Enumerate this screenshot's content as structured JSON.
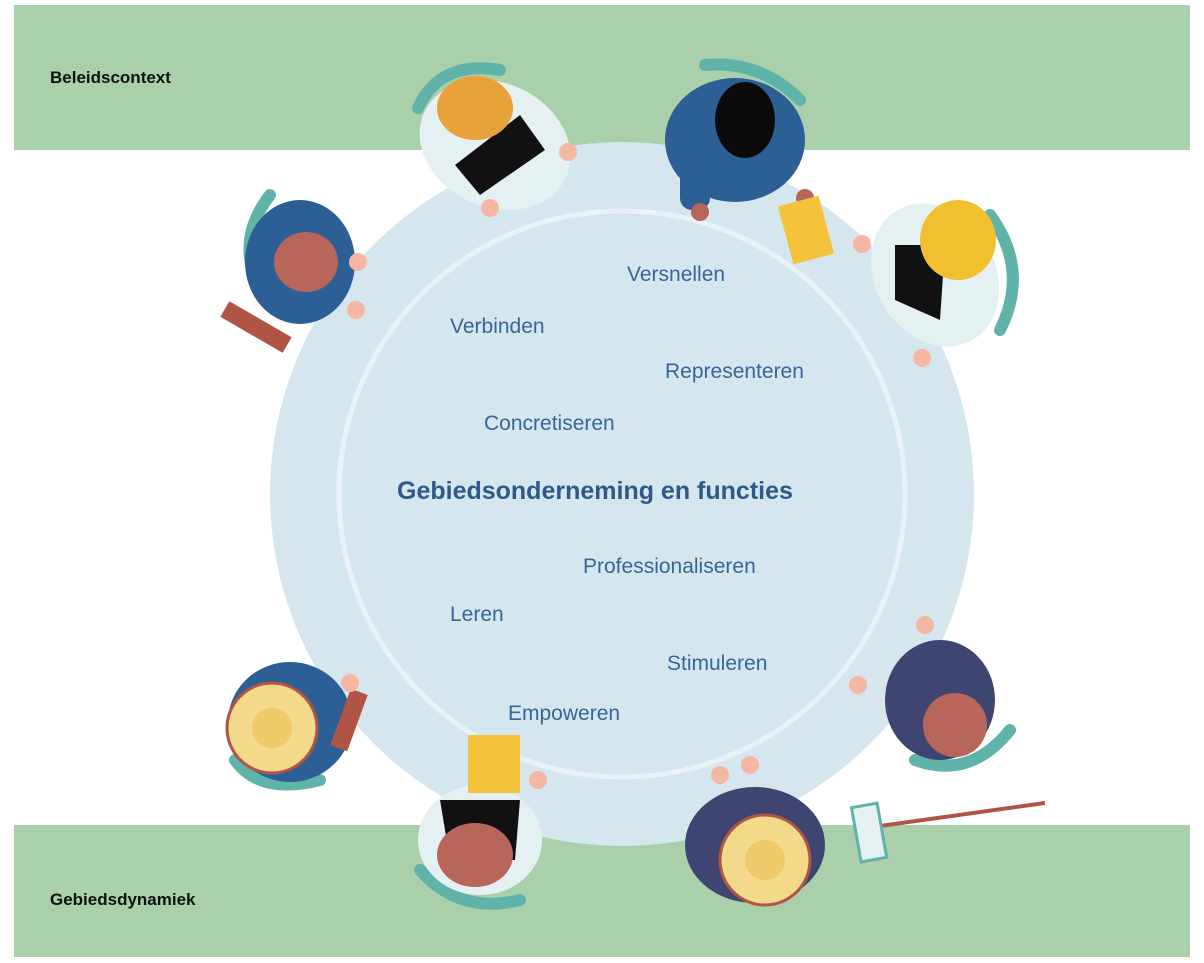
{
  "bands": {
    "top_label": "Beleidscontext",
    "bottom_label": "Gebiedsdynamiek"
  },
  "table": {
    "center_title": "Gebiedsonderneming en functies",
    "words": [
      "Versnellen",
      "Verbinden",
      "Representeren",
      "Concretiseren",
      "Professionaliseren",
      "Leren",
      "Stimuleren",
      "Empoweren"
    ]
  },
  "colors": {
    "band_green": "#a9d0aa",
    "table_fill": "#d5e6ee",
    "text_blue": "#3a6597",
    "chair_teal": "#5fb3a8",
    "shirt_blue": "#2c5f95",
    "shirt_white": "#e4f0f2",
    "hair_orange": "#e8a23a",
    "hair_yellow": "#f0c030",
    "hair_brown": "#b8665a",
    "hat_yellow": "#f3d98a",
    "skin": "#f5b7a3",
    "book_yellow": "#f4c23b",
    "shirt_dark": "#3d4570"
  }
}
